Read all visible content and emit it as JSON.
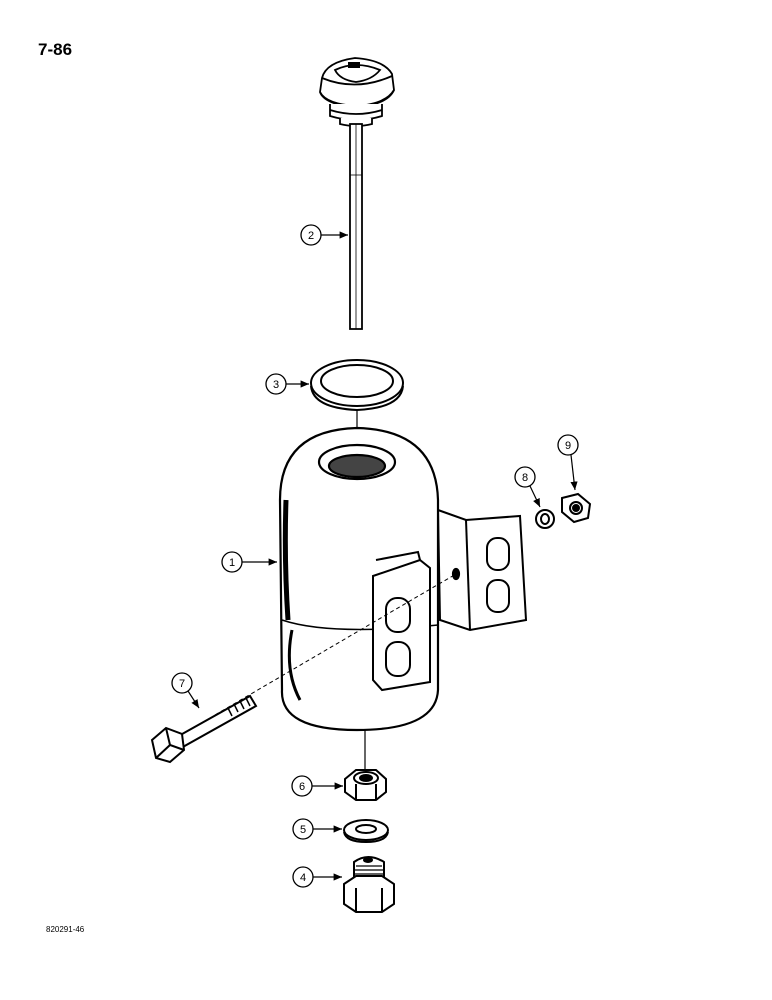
{
  "page": {
    "page_number": "7-86",
    "figure_code": "820291-46"
  },
  "callouts": [
    {
      "id": "1",
      "label": "1",
      "part": "reservoir-tank"
    },
    {
      "id": "2",
      "label": "2",
      "part": "dipstick-cap"
    },
    {
      "id": "3",
      "label": "3",
      "part": "seal-ring"
    },
    {
      "id": "4",
      "label": "4",
      "part": "fitting"
    },
    {
      "id": "5",
      "label": "5",
      "part": "washer"
    },
    {
      "id": "6",
      "label": "6",
      "part": "nut"
    },
    {
      "id": "7",
      "label": "7",
      "part": "bolt"
    },
    {
      "id": "8",
      "label": "8",
      "part": "lock-washer"
    },
    {
      "id": "9",
      "label": "9",
      "part": "nut"
    }
  ]
}
